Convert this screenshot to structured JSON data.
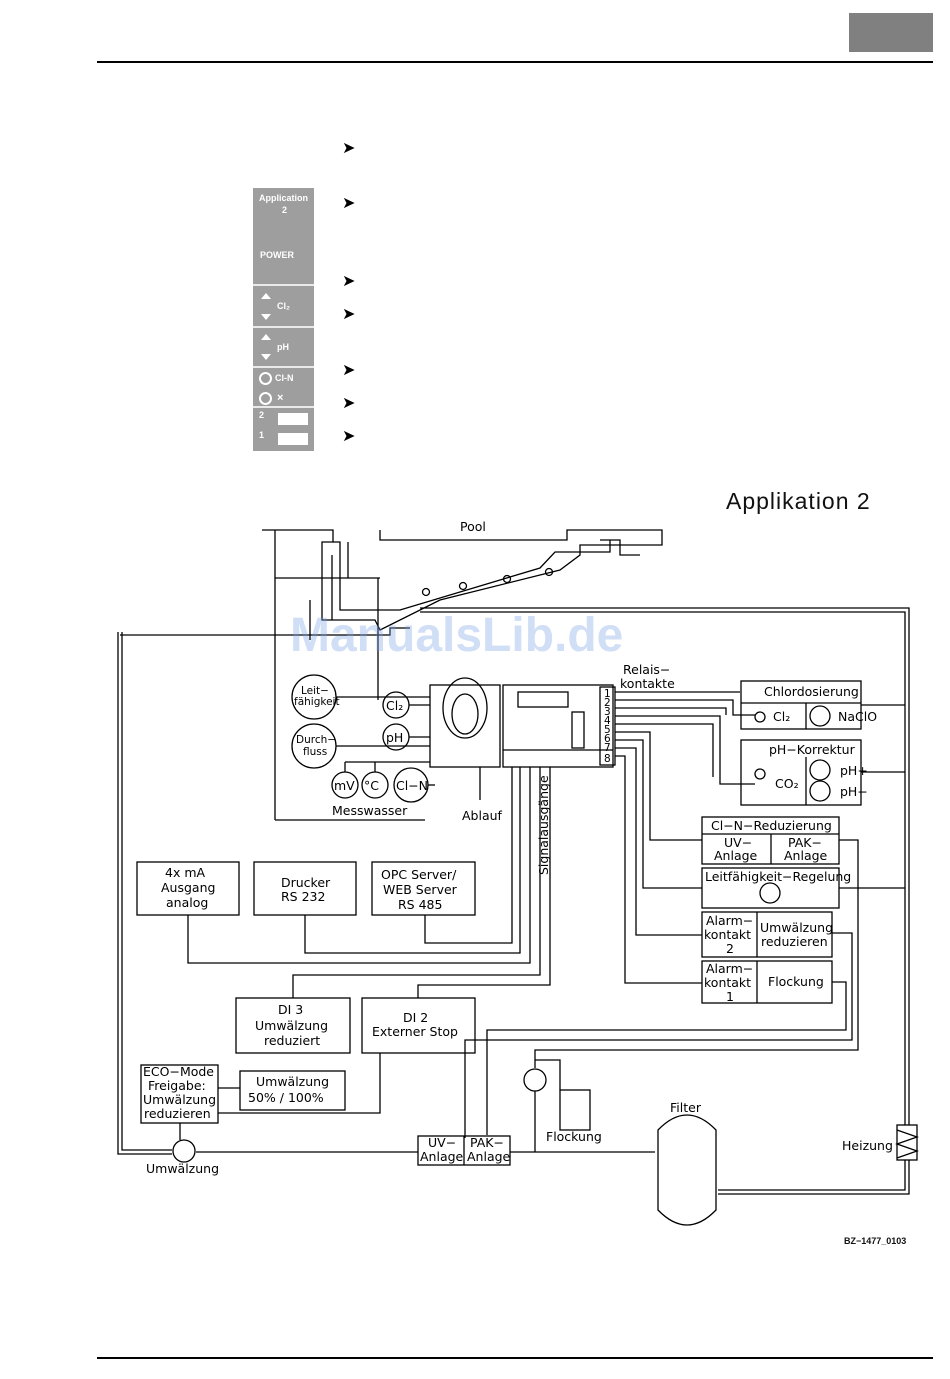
{
  "panel": {
    "application_label": "Application",
    "application_number": "2",
    "power_label": "POWER",
    "cl2_label": "Cl₂",
    "ph_label": "pH",
    "cln_label": "Cl-N",
    "x_label": "×",
    "slot2_label": "2",
    "slot1_label": "1"
  },
  "bullets": [
    "➤",
    "➤",
    "➤",
    "➤",
    "➤",
    "➤",
    "➤"
  ],
  "diagram": {
    "title": "Applikation  2",
    "pool": "Pool",
    "relais_1": "Relais−",
    "relais_2": "kontakte",
    "chlordosierung": "Chlordosierung",
    "cl2": "Cl₂",
    "naclo": "NaClO",
    "ph_korrektur": "pH−Korrektur",
    "co2": "CO₂",
    "ph_plus": "pH+",
    "ph_minus": "pH−",
    "leit_1": "Leit−",
    "leit_2": "fähigkeit",
    "durch_1": "Durch−",
    "durch_2": "fluss",
    "sensor_cl2": "Cl₂",
    "sensor_ph": "pH",
    "sensor_mv": "mV",
    "sensor_c": "°C",
    "sensor_cln": "Cl−N",
    "messwasser": "Messwasser",
    "ablauf": "Ablauf",
    "signalausgaenge": "Signalausgänge",
    "cln_red": "Cl−N−Reduzierung",
    "uv_1": "UV−",
    "uv_2": "Anlage",
    "pak_1": "PAK−",
    "pak_2": "Anlage",
    "leit_regelung": "Leitfähigkeit−Regelung",
    "alarm_1": "Alarm−",
    "alarm_2": "kontakt",
    "alarm_num2": "2",
    "alarm_num1": "1",
    "umw_red_1": "Umwälzung",
    "umw_red_2": "reduzieren",
    "flockung": "Flockung",
    "ausgang_1": "4x mA",
    "ausgang_2": "Ausgang",
    "ausgang_3": "analog",
    "drucker_1": "Drucker",
    "drucker_2": "RS 232",
    "opc_1": "OPC Server/",
    "opc_2": "WEB Server",
    "opc_3": "RS 485",
    "di3_1": "DI  3",
    "di3_2": "Umwälzung",
    "di3_3": "reduziert",
    "di2_1": "DI  2",
    "di2_2": "Externer Stop",
    "eco_1": "ECO−Mode",
    "eco_2": "Freigabe:",
    "eco_3": "Umwälzung",
    "eco_4": "reduzieren",
    "umw_1": "Umwälzung",
    "umw_2": "50%  /  100%",
    "umwaelzung": "Umwälzung",
    "uv_anlage_1": "UV−",
    "uv_anlage_2": "Anlage",
    "pak_anlage_1": "PAK−",
    "pak_anlage_2": "Anlage",
    "flockung_tank": "Flockung",
    "filter": "Filter",
    "heizung": "Heizung",
    "relay_numbers": [
      "1",
      "2",
      "3",
      "4",
      "5",
      "6",
      "7",
      "8"
    ]
  },
  "watermark": "ManualsLib.de",
  "reference": "BZ−1477_0103"
}
